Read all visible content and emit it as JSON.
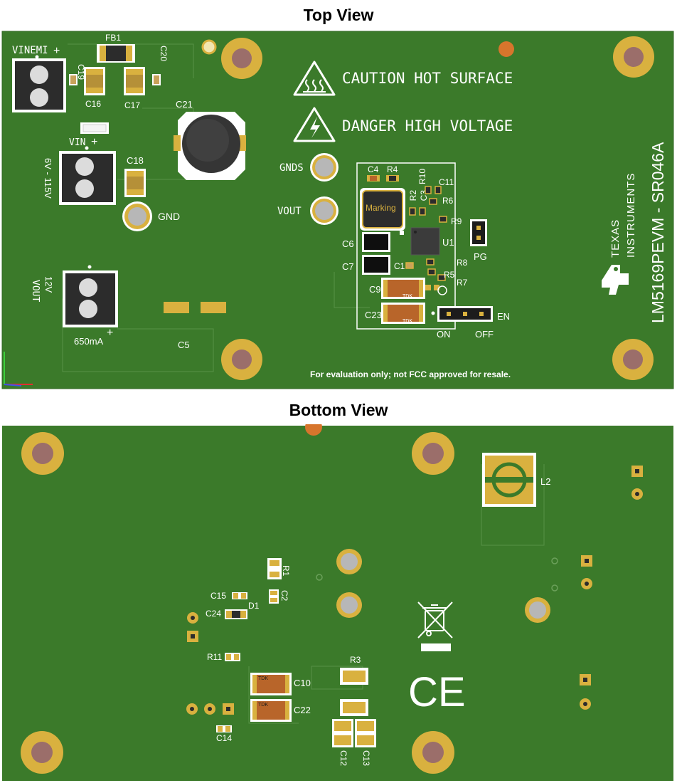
{
  "titles": {
    "top": "Top View",
    "bottom": "Bottom View"
  },
  "colors": {
    "board": "#3b7a2a",
    "silkscreen": "#ffffff",
    "gold_pad": "#d9b13f",
    "hole": "#9b6e6a",
    "capacitor_body": "#b8652a",
    "terminal_block": "#2c2c2c",
    "ic_body": "#3b3b3b"
  },
  "top": {
    "warnings": {
      "caution": "CAUTION HOT SURFACE",
      "danger": "DANGER HIGH VOLTAGE"
    },
    "board_name": "LM5169PEVM - SR046A",
    "logo": {
      "line1": "TEXAS",
      "line2": "INSTRUMENTS",
      "icon": "ti-logo-icon"
    },
    "disclaimer": "For evaluation only; not FCC approved for resale.",
    "connector_labels": {
      "vinemi": "VINEMI",
      "plus": "+",
      "vin": "VIN",
      "vin_range": "6V - 115V",
      "gnd": "GND",
      "gnds": "GNDS",
      "vout_tp": "VOUT",
      "out_voltage": "12V",
      "out_name": "VOUT",
      "out_current": "650mA",
      "pg": "PG",
      "en": "EN",
      "on": "ON",
      "off": "OFF",
      "marking": "Marking"
    },
    "refdes": {
      "fb1": "FB1",
      "c19": "C19",
      "c20": "C20",
      "c16": "C16",
      "c17": "C17",
      "c21": "C21",
      "c18": "C18",
      "c5": "C5",
      "c4": "C4",
      "r4": "R4",
      "r10": "R10",
      "c11": "C11",
      "r2": "R2",
      "c3": "C3",
      "r6": "R6",
      "r9": "R9",
      "c6": "C6",
      "c7": "C7",
      "u1": "U1",
      "r8": "R8",
      "c1": "C1",
      "r5": "R5",
      "r7": "R7",
      "c9": "C9",
      "c23": "C23"
    },
    "tdk": "TDK"
  },
  "bottom": {
    "refdes": {
      "l2": "L2",
      "r1": "R1",
      "c2": "C2",
      "c15": "C15",
      "d1": "D1",
      "c24": "C24",
      "r11": "R11",
      "r3": "R3",
      "c10": "C10",
      "c22": "C22",
      "c14": "C14",
      "c12": "C12",
      "c13": "C13"
    },
    "marks": {
      "ce": "CE",
      "weee": "weee-crossed-bin-icon"
    },
    "tdk": "TDK"
  }
}
